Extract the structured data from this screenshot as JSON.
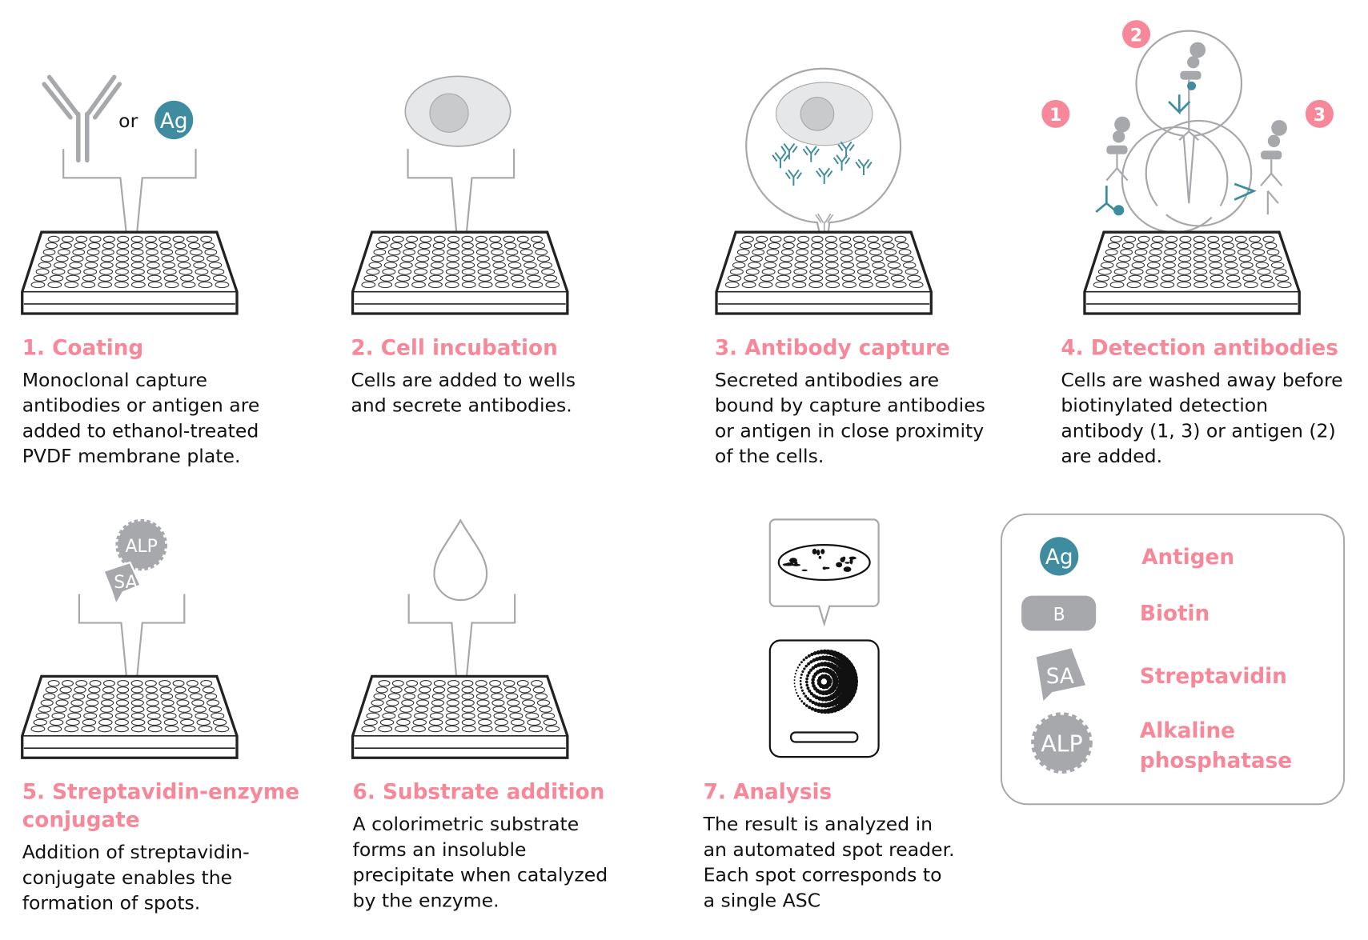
{
  "colors": {
    "accent": "#f7889a",
    "antigen": "#3f8ca0",
    "grey": "#a7a8ab"
  },
  "steps": [
    {
      "title": [
        "1. Coating"
      ],
      "body": [
        "Monoclonal capture",
        "antibodies or antigen are",
        "added to ethanol-treated",
        "PVDF membrane plate."
      ]
    },
    {
      "title": [
        "2. Cell incubation"
      ],
      "body": [
        "Cells are added to wells",
        "and secrete antibodies."
      ]
    },
    {
      "title": [
        "3. Antibody capture"
      ],
      "body": [
        "Secreted antibodies are",
        "bound by capture antibodies",
        "or antigen in close proximity",
        "of the cells."
      ]
    },
    {
      "title": [
        "4. Detection antibodies"
      ],
      "body": [
        "Cells are washed away before",
        "biotinylated detection",
        "antibody (1, 3) or antigen (2)",
        "are added."
      ]
    },
    {
      "title": [
        "5. Streptavidin-enzyme",
        "conjugate"
      ],
      "body": [
        "Addition of streptavidin-",
        "conjugate enables the",
        "formation of spots."
      ]
    },
    {
      "title": [
        "6. Substrate addition"
      ],
      "body": [
        "A colorimetric substrate",
        "forms an insoluble",
        "precipitate when catalyzed",
        "by the enzyme."
      ]
    },
    {
      "title": [
        "7. Analysis"
      ],
      "body": [
        "The result is analyzed in",
        "an automated spot reader.",
        "Each spot corresponds to",
        "a single ASC"
      ]
    }
  ],
  "icons": {
    "or": "or",
    "ag": "Ag",
    "alp": "ALP",
    "sa": "SA",
    "b": "B",
    "badge1": "1",
    "badge2": "2",
    "badge3": "3"
  },
  "legend": {
    "antigen": "Antigen",
    "biotin": "Biotin",
    "streptavidin": "Streptavidin",
    "alp": [
      "Alkaline",
      "phosphatase"
    ]
  }
}
